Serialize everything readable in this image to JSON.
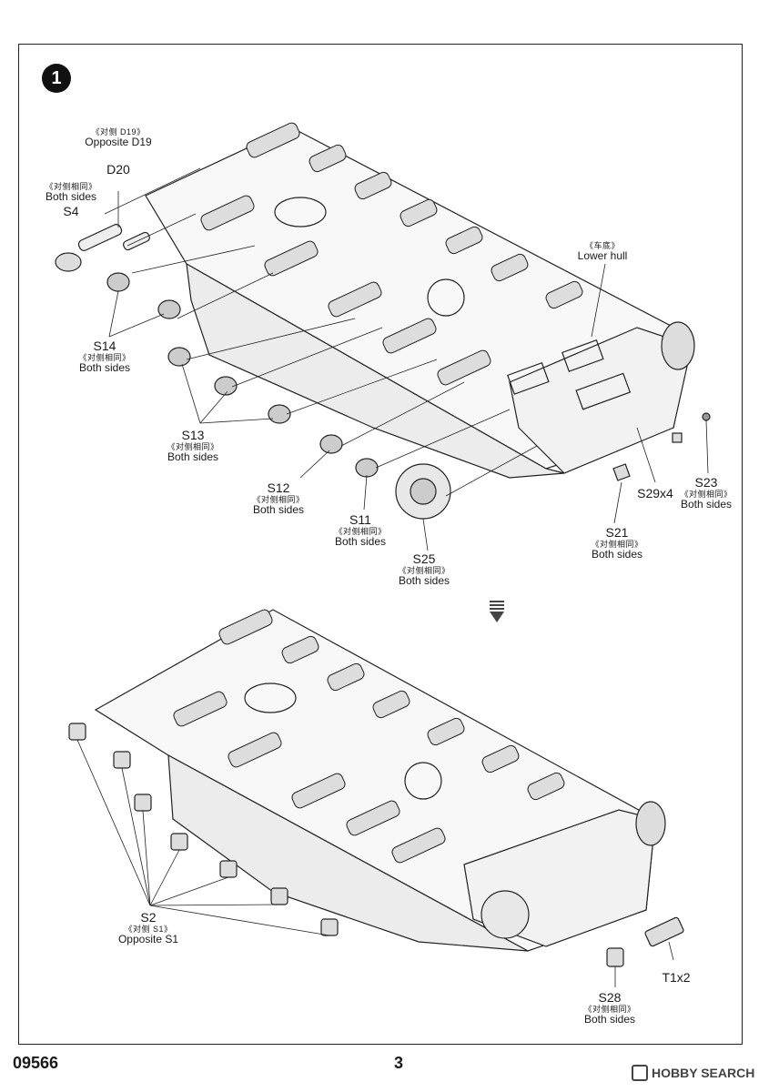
{
  "step": {
    "number": "1"
  },
  "footer": {
    "code": "09566",
    "page": "3",
    "watermark": "HOBBY SEARCH"
  },
  "labels": {
    "d19": {
      "cn": "《对侧 D19》",
      "en": "Opposite D19"
    },
    "d20": {
      "code": "D20"
    },
    "s4": {
      "cn": "《对侧相同》",
      "en": "Both sides",
      "code": "S4"
    },
    "lower_hull": {
      "cn": "《车底》",
      "en": "Lower hull"
    },
    "s14": {
      "code": "S14",
      "cn": "《对侧相同》",
      "en": "Both sides"
    },
    "s13": {
      "code": "S13",
      "cn": "《对侧相同》",
      "en": "Both sides"
    },
    "s12": {
      "code": "S12",
      "cn": "《对侧相同》",
      "en": "Both sides"
    },
    "s11": {
      "code": "S11",
      "cn": "《对侧相同》",
      "en": "Both sides"
    },
    "s25": {
      "code": "S25",
      "cn": "《对侧相同》",
      "en": "Both sides"
    },
    "s21": {
      "code": "S21",
      "cn": "《对侧相同》",
      "en": "Both sides"
    },
    "s29": {
      "code": "S29x4"
    },
    "s23": {
      "code": "S23",
      "cn": "《对侧相同》",
      "en": "Both sides"
    },
    "s2": {
      "code": "S2",
      "cn": "《对侧  S1》",
      "en": "Opposite S1"
    },
    "t1": {
      "code": "T1x2"
    },
    "s28": {
      "code": "S28",
      "cn": "《对侧相同》",
      "en": "Both sides"
    }
  }
}
